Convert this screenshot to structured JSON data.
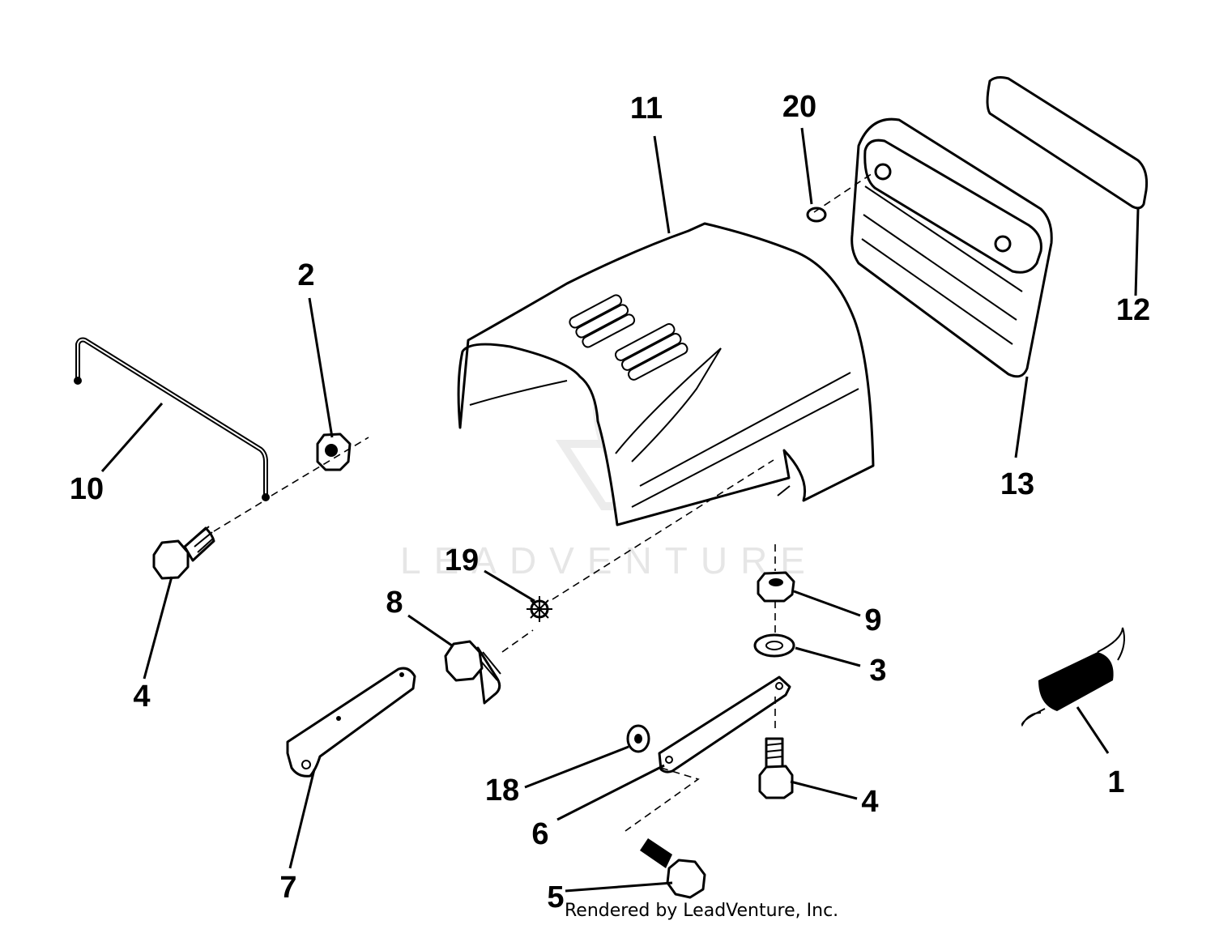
{
  "watermark": "LEADVENTURE",
  "footer": "Rendered by LeadVenture, Inc.",
  "callouts": [
    {
      "id": "c11",
      "label": "11"
    },
    {
      "id": "c20",
      "label": "20"
    },
    {
      "id": "c2",
      "label": "2"
    },
    {
      "id": "c12",
      "label": "12"
    },
    {
      "id": "c10",
      "label": "10"
    },
    {
      "id": "c13",
      "label": "13"
    },
    {
      "id": "c19",
      "label": "19"
    },
    {
      "id": "c8",
      "label": "8"
    },
    {
      "id": "c9",
      "label": "9"
    },
    {
      "id": "c3",
      "label": "3"
    },
    {
      "id": "c4a",
      "label": "4"
    },
    {
      "id": "c1",
      "label": "1"
    },
    {
      "id": "c18",
      "label": "18"
    },
    {
      "id": "c4b",
      "label": "4"
    },
    {
      "id": "c6",
      "label": "6"
    },
    {
      "id": "c7",
      "label": "7"
    },
    {
      "id": "c5",
      "label": "5"
    }
  ]
}
